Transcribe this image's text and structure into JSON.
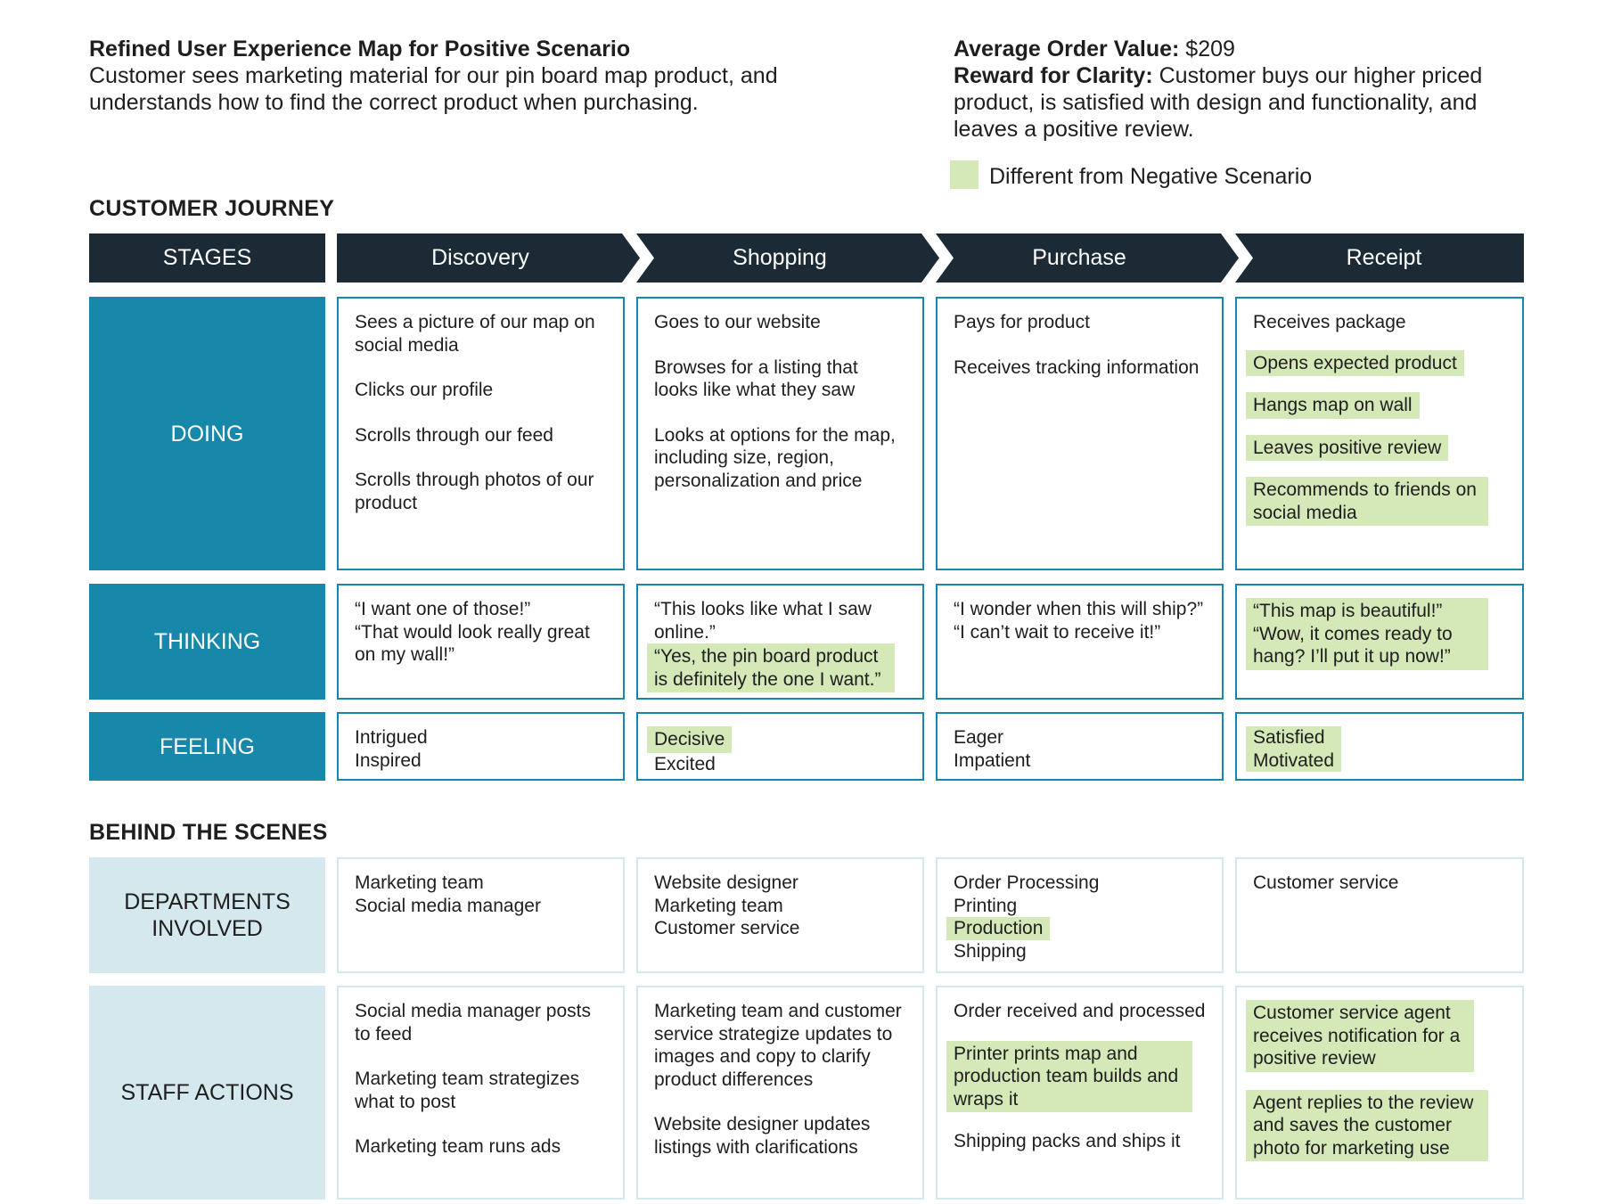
{
  "header": {
    "title": "Refined User Experience Map for Positive Scenario",
    "description": "Customer sees marketing material for our pin board map product, and understands how to find the correct product when purchasing.",
    "aov_label": "Average Order Value:",
    "aov_value": " $209",
    "reward_label": "Reward for Clarity:",
    "reward_text": " Customer buys our higher priced product, is satisfied with design and functionality, and leaves a positive review."
  },
  "legend": {
    "label": "Different from Negative Scenario",
    "color": "#d4e8b8"
  },
  "colors": {
    "stage_bg": "#1b2a35",
    "row_dark": "#1787aa",
    "row_light": "#d5e8ee",
    "highlight": "#d4e8b8"
  },
  "journey": {
    "section_title": "CUSTOMER JOURNEY",
    "stages_label": "STAGES",
    "stages": [
      "Discovery",
      "Shopping",
      "Purchase",
      "Receipt"
    ],
    "doing": {
      "label": "DOING",
      "discovery": [
        "Sees a picture of our map on social media",
        "Clicks our profile",
        "Scrolls through our feed",
        "Scrolls through photos of our product"
      ],
      "shopping": [
        "Goes to our website",
        "Browses for a listing that looks like what they saw",
        "Looks at options for the map, including size, region, personalization and price"
      ],
      "purchase": [
        "Pays for product",
        "Receives tracking information"
      ],
      "receipt": [
        "Receives package",
        "Opens expected product",
        "Hangs map on wall",
        "Leaves positive review",
        "Recommends to friends on social media"
      ]
    },
    "thinking": {
      "label": "THINKING",
      "discovery": [
        "“I want one of those!”",
        "“That would look really great on my wall!”"
      ],
      "shopping": [
        "“This looks like what I saw online.”",
        "“Yes, the pin board product is definitely the one I want.”"
      ],
      "purchase": [
        "“I wonder when this will ship?”",
        "“I can’t wait to receive it!”"
      ],
      "receipt": [
        "“This map is beautiful!”",
        "“Wow, it comes ready to hang? I’ll put it up now!”"
      ]
    },
    "feeling": {
      "label": "FEELING",
      "discovery": [
        "Intrigued",
        "Inspired"
      ],
      "shopping": [
        "Decisive",
        "Excited"
      ],
      "purchase": [
        "Eager",
        "Impatient"
      ],
      "receipt": [
        "Satisfied",
        "Motivated"
      ]
    }
  },
  "behind": {
    "section_title": "BEHIND THE SCENES",
    "departments": {
      "label": "DEPARTMENTS INVOLVED",
      "discovery": [
        "Marketing team",
        "Social media manager"
      ],
      "shopping": [
        "Website designer",
        "Marketing team",
        "Customer service"
      ],
      "purchase": [
        "Order Processing",
        "Printing",
        "Production",
        "Shipping"
      ],
      "receipt": [
        "Customer service"
      ]
    },
    "staff": {
      "label": "STAFF ACTIONS",
      "discovery": [
        "Social media manager posts to feed",
        "Marketing team strategizes what to post",
        "Marketing team runs ads"
      ],
      "shopping": [
        "Marketing team and customer service strategize updates to images and copy to clarify product differences",
        "Website designer updates listings with clarifications"
      ],
      "purchase": [
        "Order received and processed",
        "Printer prints map and production team builds and wraps it",
        "Shipping packs and ships it"
      ],
      "receipt": [
        "Customer service agent receives notification for a positive review",
        "Agent replies to the review and saves the customer photo for marketing use"
      ]
    }
  }
}
